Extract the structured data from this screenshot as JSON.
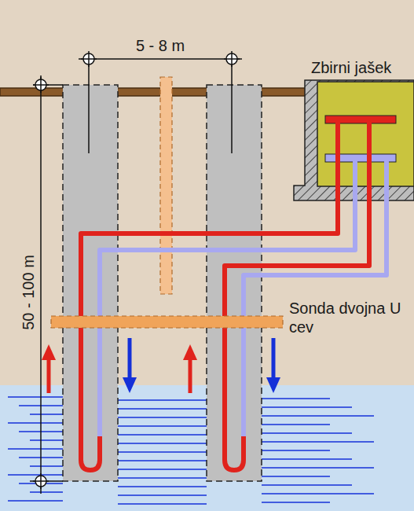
{
  "diagram": {
    "nodes": [
      {
        "text": [
          "Zbirni jašek"
        ]
      }
    ],
    "labels": [
      "5 - 8 m",
      "50 - 100 m",
      "Sonda dvojna U cev"
    ]
  }
}
